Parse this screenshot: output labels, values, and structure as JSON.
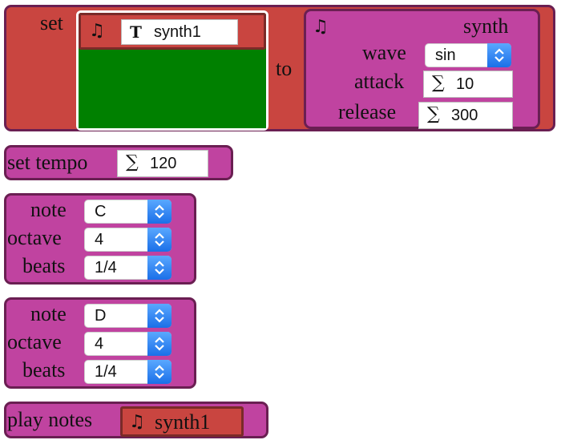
{
  "set_block": {
    "set_label": "set",
    "to_label": "to",
    "var_icon": "music-note-icon",
    "text_icon_glyph": "T",
    "var_name": "synth1",
    "synth": {
      "icon": "music-note-icon",
      "title": "synth",
      "wave_label": "wave",
      "wave_value": "sin",
      "attack_label": "attack",
      "attack_value": "10",
      "release_label": "release",
      "release_value": "300",
      "number_icon_glyph": "∑"
    }
  },
  "tempo_block": {
    "label": "set tempo",
    "value": "120",
    "number_icon_glyph": "∑"
  },
  "note_blocks": [
    {
      "note_label": "note",
      "note_value": "C",
      "octave_label": "octave",
      "octave_value": "4",
      "beats_label": "beats",
      "beats_value": "1/4"
    },
    {
      "note_label": "note",
      "note_value": "D",
      "octave_label": "octave",
      "octave_value": "4",
      "beats_label": "beats",
      "beats_value": "1/4"
    }
  ],
  "play_block": {
    "label": "play notes",
    "var_icon": "music-note-icon",
    "var_name": "synth1"
  },
  "colors": {
    "set_block": "#c94540",
    "magenta_block": "#c043a0",
    "green_slot": "#008000",
    "select_button": "#1a6fe8"
  }
}
